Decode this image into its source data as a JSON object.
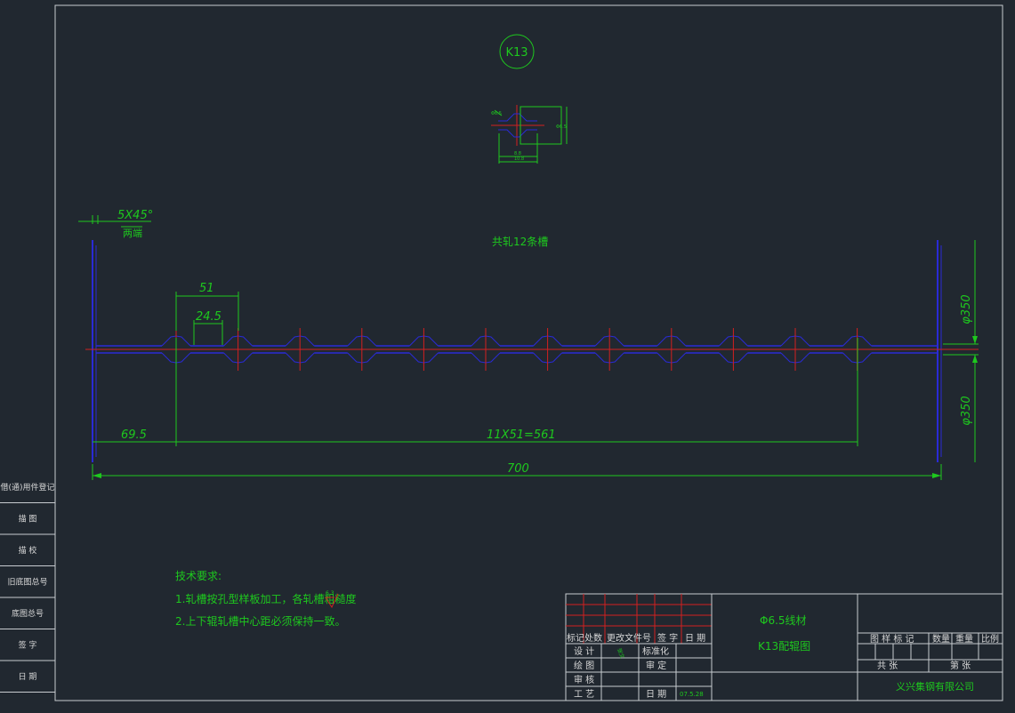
{
  "colors": {
    "background": "#212830",
    "frame": "#c8ccd0",
    "dimension": "#1ec81e",
    "centerline": "#d22020",
    "roll_profile": "#2a2ad6",
    "text_green": "#1ec81e",
    "text_white": "#d8d8d8"
  },
  "drawing": {
    "label_circle": "K13",
    "groove_note": "共轧12条槽",
    "chamfer_dim": "5X45°",
    "chamfer_note": "两端",
    "dim_pitch": "51",
    "dim_groove": "24.5",
    "dim_start": "69.5",
    "dim_grooves_total": "11X51=561",
    "dim_total": "700",
    "dim_dia_top": "φ350",
    "dim_dia_bottom": "φ350",
    "detail_dims": [
      "Φ6.5",
      "8.8",
      "10.8",
      "Φ6.5"
    ]
  },
  "tech_requirements": {
    "title": "技术要求:",
    "items": [
      "1.轧槽按孔型样板加工，各轧槽粗糙度",
      "2.上下辊轧槽中心距必须保持一致。"
    ],
    "roughness_value": "6.3"
  },
  "side_table": [
    "借(通)用件登记",
    "描 图",
    "描 校",
    "旧底图总号",
    "底图总号",
    "签 字",
    "日 期"
  ],
  "title_block": {
    "rev_headers": [
      "标记",
      "处数",
      "更改文件号",
      "签 字",
      "日 期"
    ],
    "sign_rows": [
      {
        "role": "设 计",
        "std": "标准化"
      },
      {
        "role": "绘 图",
        "std": "审 定"
      },
      {
        "role": "审 核",
        "std": ""
      },
      {
        "role": "工 艺",
        "std": "日 期"
      }
    ],
    "date_value": "07.5.28",
    "signature": "张文",
    "material": "Φ6.5线材",
    "drawing_name": "K13配辊图",
    "stage_headers": [
      "图 样 标 记",
      "数量",
      "重量",
      "比例"
    ],
    "sheets_total": "共 张",
    "sheet_number": "第 张",
    "company": "义兴集钢有限公司"
  }
}
